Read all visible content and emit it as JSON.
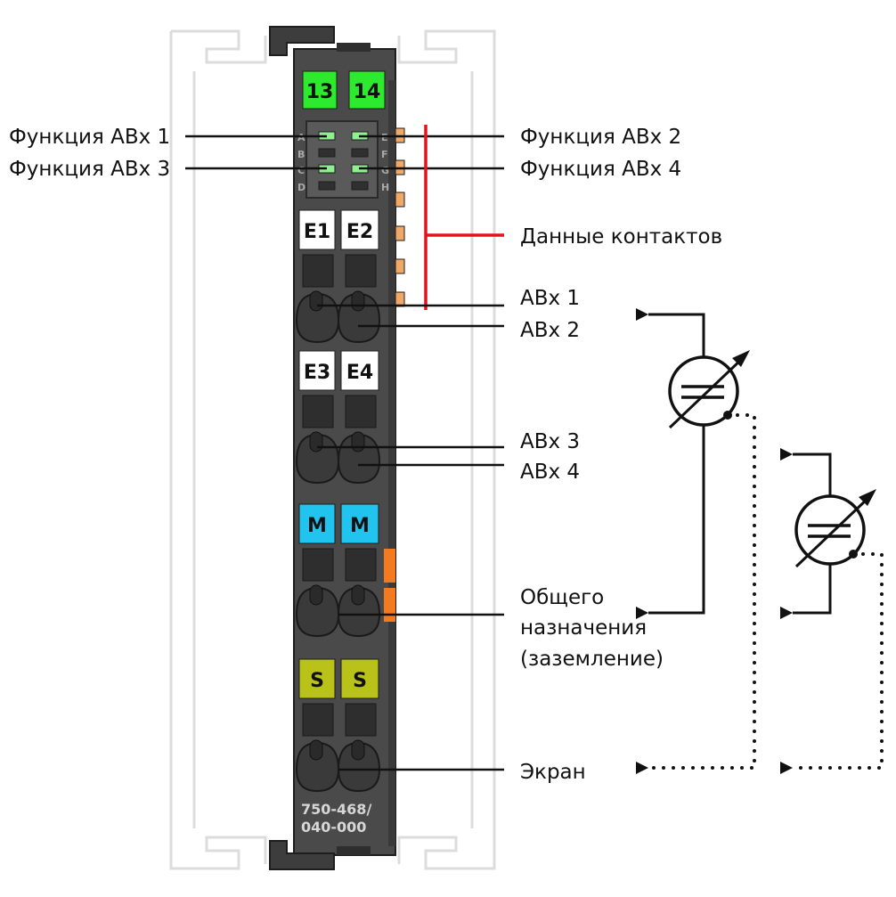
{
  "module": {
    "part_number_line1": "750-468/",
    "part_number_line2": "040-000",
    "top_badges": [
      "13",
      "14"
    ],
    "led_letters_left": [
      "A",
      "B",
      "C",
      "D"
    ],
    "led_letters_right": [
      "E",
      "F",
      "G",
      "H"
    ],
    "groups": [
      {
        "badges": [
          "E1",
          "E2"
        ]
      },
      {
        "badges": [
          "E3",
          "E4"
        ]
      },
      {
        "badges": [
          "M",
          "M"
        ]
      },
      {
        "badges": [
          "S",
          "S"
        ]
      }
    ]
  },
  "labels": {
    "func_ai1": "Функция АВх 1",
    "func_ai2": "Функция АВх 2",
    "func_ai3": "Функция АВх 3",
    "func_ai4": "Функция АВх 4",
    "contact_data": "Данные контактов",
    "ai1": "АВх 1",
    "ai2": "АВх 2",
    "ai3": "АВх 3",
    "ai4": "АВх 4",
    "common_line1": "Общего",
    "common_line2": "назначения",
    "common_line3": "(заземление)",
    "shield": "Экран"
  },
  "colors": {
    "module_body": "#4a4a4a",
    "badge_green": "#2eea2e",
    "badge_white": "#ffffff",
    "badge_blue": "#21c3ef",
    "badge_olive": "#b8c219",
    "orange_contact": "#f47a1f",
    "contact_data_line": "#e3131b",
    "rail_outline": "#dddddd"
  }
}
